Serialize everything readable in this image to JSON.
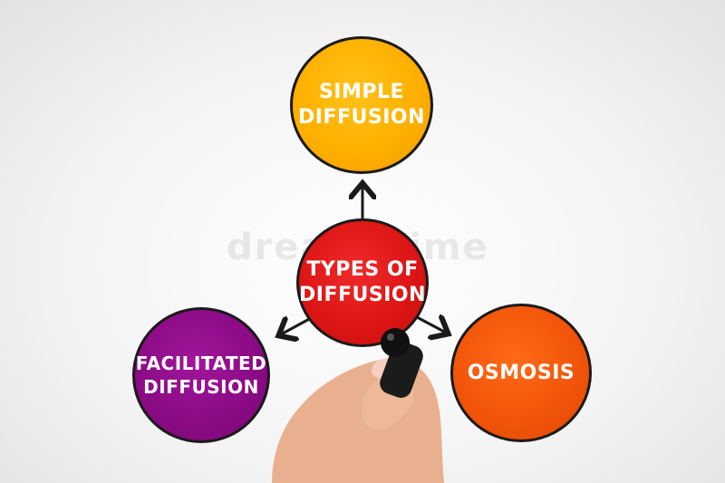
{
  "diagram": {
    "center": {
      "line1": "TYPES OF",
      "line2": "DIFFUSION"
    },
    "top": {
      "line1": "SIMPLE",
      "line2": "DIFFUSION"
    },
    "left": {
      "line1": "FACILITATED",
      "line2": "DIFFUSION"
    },
    "right": {
      "line1": "OSMOSIS"
    }
  },
  "colors": {
    "center": "#dd1515",
    "top": "#ffb000",
    "left": "#8c0b86",
    "right": "#f2550a",
    "outline": "#1a1a1a"
  },
  "watermark": "dreamstime"
}
